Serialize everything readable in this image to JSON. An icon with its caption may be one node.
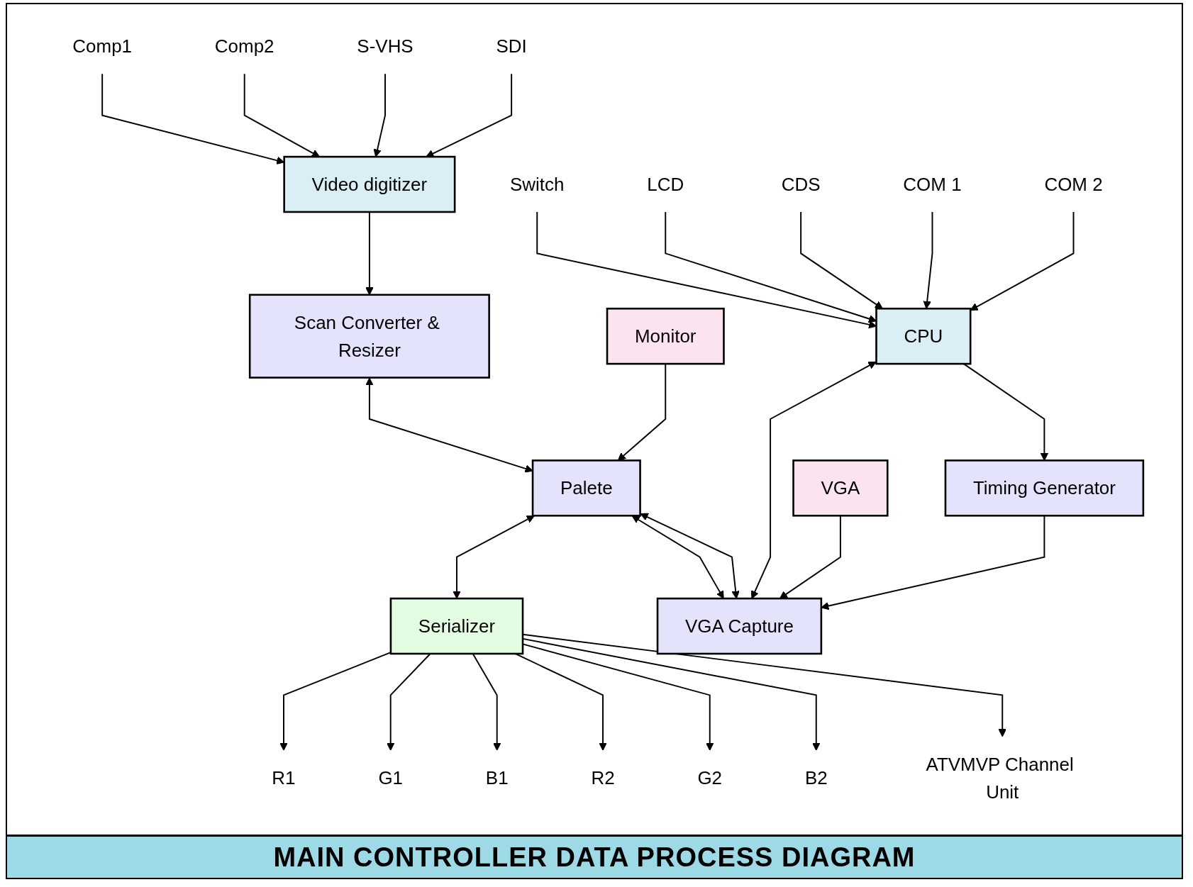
{
  "diagram": {
    "title": "MAIN CONTROLLER DATA PROCESS DIAGRAM",
    "nodes": [
      {
        "text": [
          "Monitor"
        ]
      },
      {
        "text": [
          "Video digitizer"
        ]
      },
      {
        "text": [
          "Scan Converter & Resizer"
        ]
      },
      {
        "text": [
          "Palete"
        ]
      },
      {
        "text": [
          "Serializer"
        ]
      },
      {
        "text": [
          "Comp1"
        ]
      },
      {
        "text": [
          "Comp2"
        ]
      },
      {
        "text": [
          "S-VHS"
        ]
      },
      {
        "text": [
          "SDI"
        ]
      },
      {
        "text": [
          "R1"
        ]
      },
      {
        "text": [
          "G1"
        ]
      },
      {
        "text": [
          "B1"
        ]
      },
      {
        "text": [
          "R2"
        ]
      },
      {
        "text": [
          "G2"
        ]
      },
      {
        "text": [
          "B2"
        ]
      },
      {
        "text": [
          "ATVMVP Channel Unit"
        ]
      },
      {
        "text": [
          "CPU"
        ]
      },
      {
        "text": [
          "Switch"
        ]
      },
      {
        "text": [
          "LCD"
        ]
      },
      {
        "text": [
          "CDS"
        ]
      },
      {
        "text": [
          "COM 1"
        ]
      },
      {
        "text": [
          "COM 2"
        ]
      },
      {
        "text": [
          "VGA Capture"
        ]
      },
      {
        "text": [
          "VGA"
        ]
      },
      {
        "text": [
          "Timing Generator"
        ]
      }
    ],
    "edges": [
      {
        "from": 5,
        "to": 1,
        "arrow": "to"
      },
      {
        "from": 6,
        "to": 1,
        "arrow": "to"
      },
      {
        "from": 7,
        "to": 1,
        "arrow": "to"
      },
      {
        "from": 8,
        "to": 1,
        "arrow": "to"
      },
      {
        "from": 1,
        "to": 2,
        "arrow": "to"
      },
      {
        "from": 2,
        "to": 3,
        "arrow": "both"
      },
      {
        "from": 0,
        "to": 3,
        "arrow": "to"
      },
      {
        "from": 3,
        "to": 4,
        "arrow": "both"
      },
      {
        "from": 4,
        "to": 9,
        "arrow": "to"
      },
      {
        "from": 4,
        "to": 10,
        "arrow": "to"
      },
      {
        "from": 4,
        "to": 11,
        "arrow": "to"
      },
      {
        "from": 4,
        "to": 12,
        "arrow": "to"
      },
      {
        "from": 4,
        "to": 13,
        "arrow": "to"
      },
      {
        "from": 4,
        "to": 14,
        "arrow": "to"
      },
      {
        "from": 4,
        "to": 15,
        "arrow": "to"
      },
      {
        "from": 3,
        "to": 22,
        "arrow": "both"
      },
      {
        "from": 3,
        "to": 22,
        "arrow": "both"
      },
      {
        "from": 17,
        "to": 16,
        "arrow": "to"
      },
      {
        "from": 18,
        "to": 16,
        "arrow": "to"
      },
      {
        "from": 19,
        "to": 16,
        "arrow": "to"
      },
      {
        "from": 20,
        "to": 16,
        "arrow": "to"
      },
      {
        "from": 21,
        "to": 16,
        "arrow": "to"
      },
      {
        "from": 16,
        "to": 22,
        "arrow": "both"
      },
      {
        "from": 23,
        "to": 22,
        "arrow": "to"
      },
      {
        "from": 16,
        "to": 24,
        "arrow": "to"
      },
      {
        "from": 24,
        "to": 22,
        "arrow": "to"
      }
    ]
  }
}
